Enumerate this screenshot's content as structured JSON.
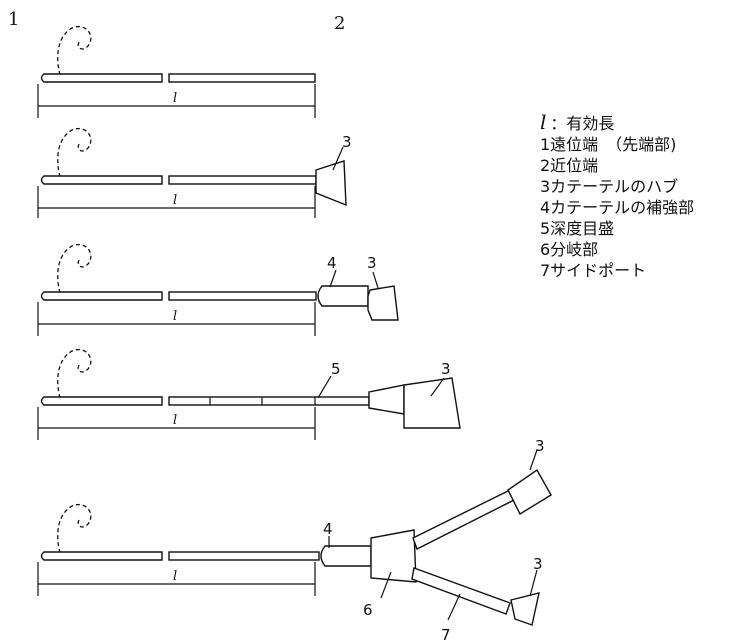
{
  "figure_labels": {
    "corner_1": "1",
    "corner_2": "2"
  },
  "length_symbol": "l",
  "part_numbers": {
    "hub": "3",
    "reinforcement": "4",
    "depth_marks": "5",
    "branch": "6",
    "side_port": "7"
  },
  "legend": {
    "symbol": "l",
    "symbol_text": "：有効長",
    "items": [
      "1遠位端　（先端部)",
      "2近位端",
      "3カテーテルのハブ",
      "4カテーテルの補強部",
      "5深度目盛",
      "6分岐部",
      "7サイドポート"
    ]
  }
}
